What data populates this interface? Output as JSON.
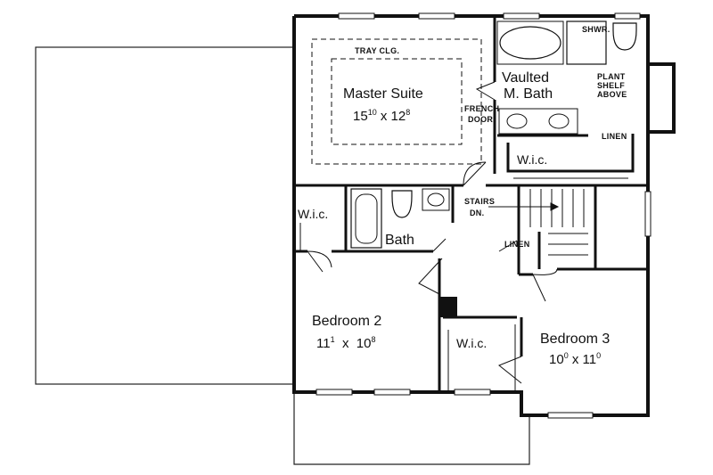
{
  "rooms": {
    "master_suite": {
      "name": "Master Suite",
      "dim_a": "15",
      "dim_a_sup": "10",
      "sep": "x",
      "dim_b": "12",
      "dim_b_sup": "8"
    },
    "vaulted_bath": {
      "line1": "Vaulted",
      "line2": "M. Bath"
    },
    "bedroom_2": {
      "name": "Bedroom 2",
      "dim_a": "11",
      "dim_a_sup": "1",
      "sep": "x",
      "dim_b": "10",
      "dim_b_sup": "8"
    },
    "bedroom_3": {
      "name": "Bedroom 3",
      "dim_a": "10",
      "dim_a_sup": "0",
      "sep": "x",
      "dim_b": "11",
      "dim_b_sup": "0"
    },
    "bath": {
      "name": "Bath"
    }
  },
  "notes": {
    "tray_ceiling": "TRAY CLG.",
    "french_door_1": "FRENCH",
    "french_door_2": "DOOR",
    "shower": "SHWR.",
    "plant_shelf_1": "PLANT",
    "plant_shelf_2": "SHELF",
    "plant_shelf_3": "ABOVE",
    "linen_master": "LINEN",
    "linen_hall": "LINEN",
    "stairs_1": "STAIRS",
    "stairs_2": "DN.",
    "wic_master": "W.i.c.",
    "wic_bedroom2": "W.i.c.",
    "wic_bedroom3": "W.i.c."
  }
}
